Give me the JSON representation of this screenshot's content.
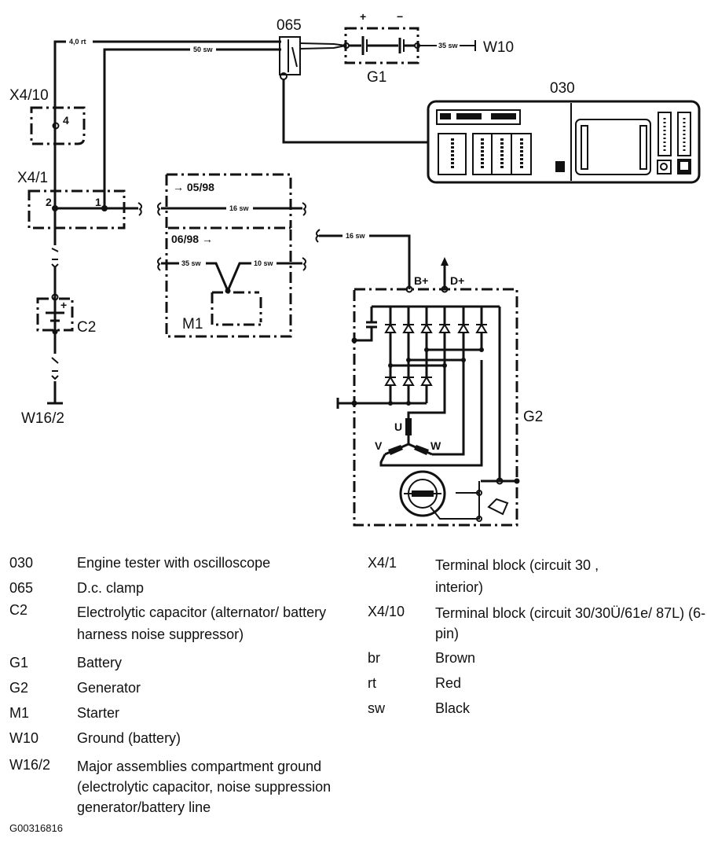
{
  "diagram": {
    "components": {
      "c065": "065",
      "c030": "030",
      "g1": "G1",
      "w10": "W10",
      "x4_10": "X4/10",
      "x4_1": "X4/1",
      "c2": "C2",
      "w16_2": "W16/2",
      "m1": "M1",
      "g2": "G2",
      "plus": "+",
      "minus": "−",
      "bplus": "B+",
      "dplus": "D+",
      "u": "U",
      "v": "V",
      "w": "W"
    },
    "pins": {
      "x4_10_pin": "4",
      "x4_1_pin2": "2",
      "x4_1_pin1": "1",
      "c2_plus": "+"
    },
    "wires": {
      "top_red": "4,0 rt",
      "top_black": "50 sw",
      "battery_ground": "35 sw",
      "x4_1_out": "16 sw",
      "m1_left": "35 sw",
      "m1_right": "10 sw",
      "g2_bplus": "16 sw"
    },
    "variants": {
      "before": "→ 05/98",
      "after": "06/98 →"
    }
  },
  "legend": {
    "left": [
      {
        "code": "030",
        "desc": "Engine tester with oscilloscope"
      },
      {
        "code": "065",
        "desc": "D.c. clamp"
      },
      {
        "code": "C2",
        "desc": "Electrolytic capacitor (alternator/ battery harness noise suppressor)"
      },
      {
        "code": "G1",
        "desc": "Battery"
      },
      {
        "code": "G2",
        "desc": "Generator"
      },
      {
        "code": "M1",
        "desc": "Starter"
      },
      {
        "code": "W10",
        "desc": "Ground (battery)"
      },
      {
        "code": "W16/2",
        "desc": "Major assemblies compartment ground (electrolytic capacitor, noise suppression generator/battery line"
      }
    ],
    "right": [
      {
        "code": "X4/1",
        "desc": "Terminal block (circuit 30 , interior)"
      },
      {
        "code": "X4/10",
        "desc": "Terminal block (circuit 30/30Ü/61e/ 87L) (6-pin)"
      },
      {
        "code": "br",
        "desc": "Brown"
      },
      {
        "code": "rt",
        "desc": "Red"
      },
      {
        "code": "sw",
        "desc": "Black"
      }
    ]
  },
  "figure_id": "G00316816"
}
